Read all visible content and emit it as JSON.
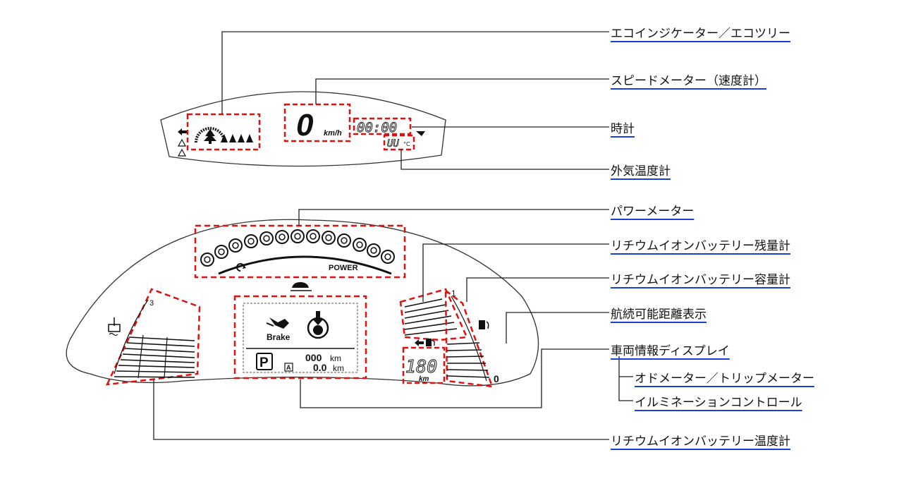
{
  "display": {
    "speed_value": "0",
    "speed_unit": "km/h",
    "clock": "00:00",
    "outside_temp": "UU",
    "temp_unit": "°C",
    "power_label": "POWER",
    "brake_label": "Brake",
    "gear": "P",
    "auto_badge": "A",
    "odometer": "000",
    "odometer_unit": "km",
    "trip": "0.0",
    "trip_unit": "km",
    "range_value": "180",
    "range_unit": "km",
    "capacity_max": "1",
    "temp_mark": "3",
    "range_zero": "0"
  },
  "labels": {
    "eco_indicator": "エコインジケーター／エコツリー",
    "speedometer": "スピードメーター（速度計）",
    "clock": "時計",
    "outside_temp": "外気温度計",
    "power_meter": "パワーメーター",
    "battery_remaining": "リチウムイオンバッテリー残量計",
    "battery_capacity": "リチウムイオンバッテリー容量計",
    "range_display": "航続可能距離表示",
    "vehicle_info": "車両情報ディスプレイ",
    "odo_trip": "オドメーター／トリップメーター",
    "illumination": "イルミネーションコントロール",
    "battery_temp": "リチウムイオンバッテリー温度計"
  },
  "colors": {
    "highlight": "#e01010",
    "link_underline": "#1a3fd6",
    "line": "#222222"
  }
}
